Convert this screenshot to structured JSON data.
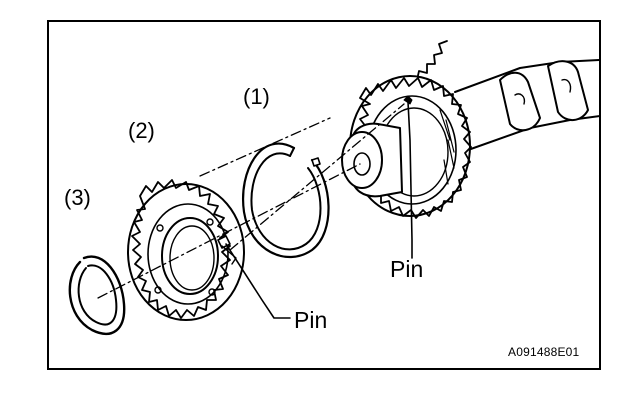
{
  "diagram": {
    "callouts": {
      "part1": "(1)",
      "part2": "(2)",
      "part3": "(3)"
    },
    "pin_labels": {
      "camshaft_pin": "Pin",
      "subgear_pin": "Pin"
    },
    "figure_code": "A091488E01",
    "icons": [
      "camshaft-gear-icon",
      "wave-washer-icon",
      "sub-gear-icon",
      "snap-ring-icon"
    ]
  }
}
